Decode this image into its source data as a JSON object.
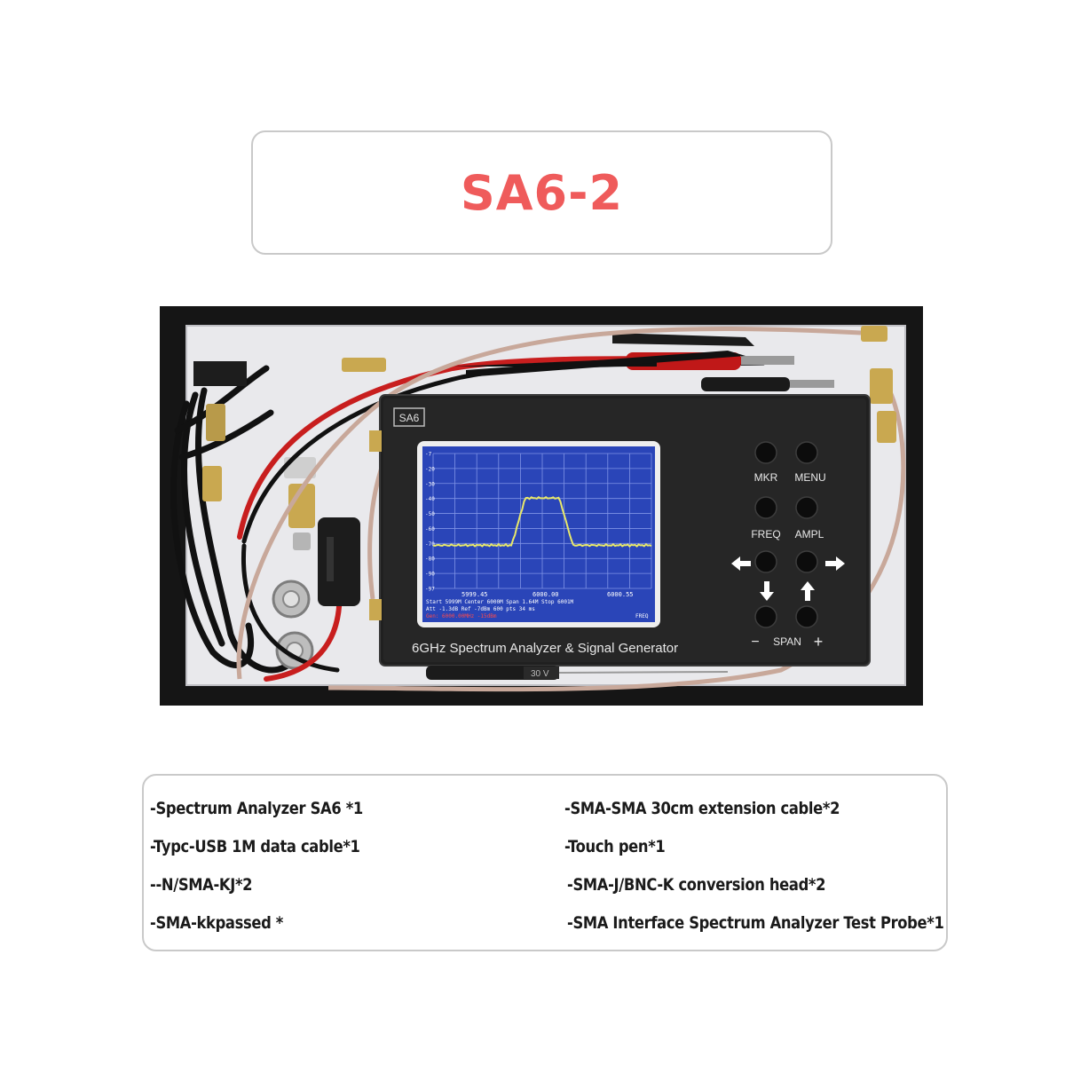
{
  "title": "SA6-2",
  "device": {
    "badge": "SA6",
    "caption": "6GHz Spectrum Analyzer & Signal Generator",
    "buttons": {
      "mkr": "MKR",
      "menu": "MENU",
      "freq": "FREQ",
      "ampl": "AMPL",
      "span": "SPAN",
      "minus": "−",
      "plus": "+"
    },
    "screen": {
      "y_ticks": [
        "-7",
        "-20",
        "-30",
        "-40",
        "-50",
        "-60",
        "-70",
        "-80",
        "-90",
        "-97"
      ],
      "marker_left": "5999.45",
      "marker_center": "6000.00",
      "marker_right": "6000.55",
      "line1": "Start 5999M     Center 6000M       Span 1.64M    Stop 6001M",
      "line2": "Att -1.3dB Ref -7dBm        600 pts     34 ms",
      "gen_line": "Gen: 6000.00MHz -15dBm",
      "freq_label": "FREQ"
    },
    "probe_label": "30 V"
  },
  "contents": {
    "left": [
      "-Spectrum Analyzer SA6 *1",
      "-Typc-USB 1M data cable*1",
      "--N/SMA-KJ*2",
      "-SMA-kkpassed *"
    ],
    "right": [
      "-SMA-SMA 30cm extension cable*2",
      "-Touch pen*1",
      "-SMA-J/BNC-K conversion head*2",
      "-SMA Interface Spectrum Analyzer Test Probe*1"
    ]
  },
  "colors": {
    "title": "#ef5b5b",
    "trace": "#e8e86a",
    "screen_bg": "#2a45b8",
    "case": "#222222",
    "cable_red": "#c81e1e"
  }
}
